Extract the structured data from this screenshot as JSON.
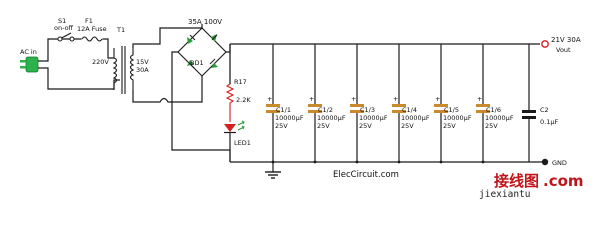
{
  "labels": {
    "ac_in": "AC in",
    "switch_name": "S1",
    "switch_type": "on-off",
    "fuse_name": "F1",
    "fuse_value": "12A Fuse",
    "transformer_name": "T1",
    "primary_voltage": "220V",
    "secondary_voltage": "15V",
    "secondary_current": "30A",
    "bridge_rating": "35A 100V",
    "bridge_name": "BD1",
    "resistor_name": "R17",
    "resistor_value": "2.2K",
    "led_name": "LED1",
    "output_voltage": "21V  30A",
    "output_name": "Vout",
    "ground_name": "GND",
    "credit": "ElecCircuit.com",
    "cap_c2_name": "C2",
    "cap_c2_value": "0.1µF"
  },
  "capacitors": [
    {
      "name": "C1/1",
      "value": "10000µF",
      "voltage": "25V"
    },
    {
      "name": "C1/2",
      "value": "10000µF",
      "voltage": "25V"
    },
    {
      "name": "C1/3",
      "value": "10000µF",
      "voltage": "25V"
    },
    {
      "name": "C1/4",
      "value": "10000µF",
      "voltage": "25V"
    },
    {
      "name": "C1/5",
      "value": "10000µF",
      "voltage": "25V"
    },
    {
      "name": "C1/6",
      "value": "10000µF",
      "voltage": "25V"
    }
  ],
  "watermark": {
    "cn": "接线图",
    "suffix": ".com",
    "pinyin": "jiexiantu"
  },
  "colors": {
    "wire": "#1a1a1a",
    "plug": "#2bb24c",
    "capacitor": "#c98a2e",
    "diode": "#2a9d3a",
    "led": "#d42020",
    "output_terminal": "#d42020",
    "watermark_red": "#c0141a"
  }
}
